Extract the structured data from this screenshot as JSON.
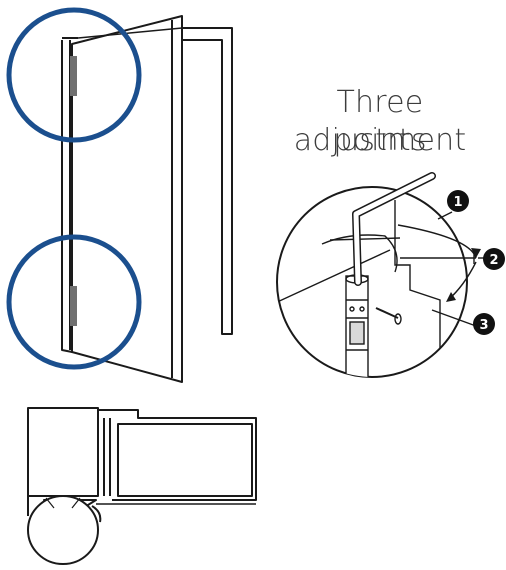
{
  "caption": {
    "line1": "Three adjustment",
    "line2": "points"
  },
  "callouts": [
    "1",
    "2",
    "3"
  ],
  "colors": {
    "line": "#1a1a1a",
    "hinge_highlight": "#1b4f8e",
    "hinge_plate": "#707070",
    "callout_fill": "#111111",
    "callout_text": "#ffffff"
  }
}
